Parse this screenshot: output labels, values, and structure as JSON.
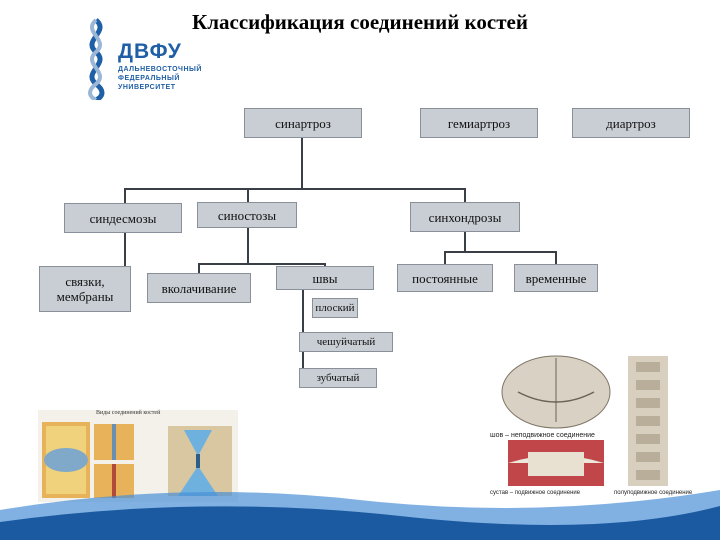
{
  "title": "Классификация соединений костей",
  "logo": {
    "brand": "ДВФУ",
    "line1": "ДАЛЬНЕВОСТОЧНЫЙ",
    "line2": "ФЕДЕРАЛЬНЫЙ",
    "line3": "УНИВЕРСИТЕТ"
  },
  "nodes": {
    "sinartroz": "синартроз",
    "gemiartroz": "гемиартроз",
    "diartroz": "диартроз",
    "sindesmozy": "синдесмозы",
    "sinostozy": "синостозы",
    "sinkhondrozy": "синхондрозы",
    "svyazki": "связки, мембраны",
    "vkolachivanie": "вколачивание",
    "shvy": "швы",
    "ploskiy": "плоский",
    "cheshuychatyy": "чешуйчатый",
    "zubchatyy": "зубчатый",
    "postoyannye": "постоянные",
    "vremennye": "временные"
  },
  "figures": {
    "right_caption_top": "шов – неподвижное соединение",
    "right_caption_bottom_left": "сустав – подвижное соединение",
    "right_caption_bottom_right": "полуподвижное соединение",
    "left_caption": "Виды соединений костей"
  },
  "colors": {
    "box_fill": "#c9ced5",
    "accent_blue": "#1f5fa5",
    "wave_dark": "#1b5aa0",
    "wave_light": "#4a90d6"
  }
}
